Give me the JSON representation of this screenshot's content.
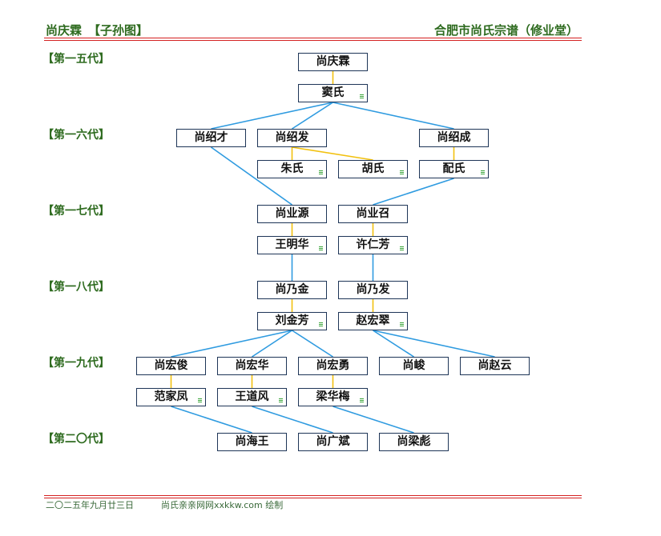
{
  "header": {
    "title": "尚庆霖",
    "subtitle": "【子孙图】",
    "clan": "合肥市尚氏宗谱（修业堂）"
  },
  "generations": [
    {
      "label": "【第一五代】",
      "members": [
        "尚庆霖"
      ],
      "spouses": [
        "窦氏"
      ]
    },
    {
      "label": "【第一六代】",
      "members": [
        "尚绍才",
        "尚绍发",
        "尚绍成"
      ],
      "spouses": [
        "朱氏",
        "胡氏",
        "配氏"
      ]
    },
    {
      "label": "【第一七代】",
      "members": [
        "尚业源",
        "尚业召"
      ],
      "spouses": [
        "王明华",
        "许仁芳"
      ]
    },
    {
      "label": "【第一八代】",
      "members": [
        "尚乃金",
        "尚乃发"
      ],
      "spouses": [
        "刘金芳",
        "赵宏翠"
      ]
    },
    {
      "label": "【第一九代】",
      "members": [
        "尚宏俊",
        "尚宏华",
        "尚宏勇",
        "尚峻",
        "尚赵云"
      ],
      "spouses": [
        "范家凤",
        "王道风",
        "梁华梅"
      ]
    },
    {
      "label": "【第二〇代】",
      "members": [
        "尚海王",
        "尚广斌",
        "尚梁彪"
      ],
      "spouses": []
    }
  ],
  "footer": {
    "date": "二〇二五年九月廿三日",
    "credit": "尚氏亲亲网网xxkkw.com 绘制"
  },
  "colors": {
    "header_text": "#2e6b1f",
    "rule": "#d42020",
    "box_border": "#1e3557",
    "descent_line": "#2f9be0",
    "marriage_line": "#f2c10f",
    "spouse_marker": "#3aa53a"
  }
}
